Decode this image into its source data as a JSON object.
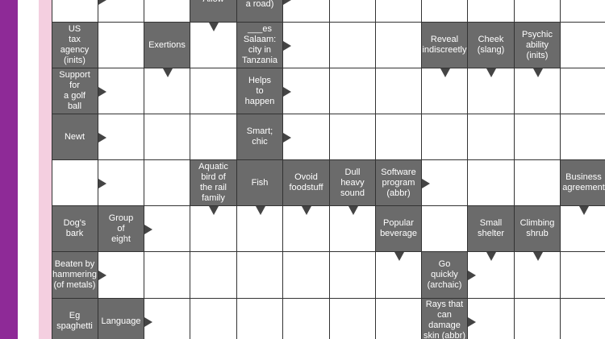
{
  "colors": {
    "side_bar": "#8e2a97",
    "margin": "#f4cfe0",
    "clue_bg": "#6b6b6b",
    "clue_text": "#ffffff",
    "grid_line": "#333333"
  },
  "clues": [
    {
      "row": -1,
      "col": 3,
      "text": "Allow",
      "arrow": "down"
    },
    {
      "row": -1,
      "col": 4,
      "text": "town (of\na road)",
      "arrow": "right"
    },
    {
      "row": 0,
      "col": 0,
      "text": "US\ntax\nagency\n(inits)",
      "arrow": ""
    },
    {
      "row": 0,
      "col": 2,
      "text": "Exertions",
      "arrow": "down"
    },
    {
      "row": 0,
      "col": 4,
      "text": "___es\nSalaam:\ncity in\nTanzania",
      "arrow": "right"
    },
    {
      "row": 0,
      "col": 8,
      "text": "Reveal\nindiscreetly",
      "arrow": "down"
    },
    {
      "row": 0,
      "col": 9,
      "text": "Cheek\n(slang)",
      "arrow": "down"
    },
    {
      "row": 0,
      "col": 10,
      "text": "Psychic\nability\n(inits)",
      "arrow": "down"
    },
    {
      "row": 1,
      "col": 0,
      "text": "Support for\na golf\nball",
      "arrow": "right"
    },
    {
      "row": 1,
      "col": 4,
      "text": "Helps\nto\nhappen",
      "arrow": "right"
    },
    {
      "row": 2,
      "col": 0,
      "text": "Newt",
      "arrow": "right"
    },
    {
      "row": 2,
      "col": 4,
      "text": "Smart;\nchic",
      "arrow": "right"
    },
    {
      "row": 3,
      "col": 3,
      "text": "Aquatic\nbird of\nthe rail\nfamily",
      "arrow": "down"
    },
    {
      "row": 3,
      "col": 4,
      "text": "Fish",
      "arrow": "down"
    },
    {
      "row": 3,
      "col": 5,
      "text": "Ovoid\nfoodstuff",
      "arrow": "down"
    },
    {
      "row": 3,
      "col": 6,
      "text": "Dull\nheavy\nsound",
      "arrow": "down"
    },
    {
      "row": 3,
      "col": 7,
      "text": "Software\nprogram\n(abbr)",
      "arrow": "right"
    },
    {
      "row": 3,
      "col": 11,
      "text": "Business\nagreement",
      "arrow": "down"
    },
    {
      "row": 4,
      "col": 0,
      "text": "Dog's\nbark",
      "arrow": ""
    },
    {
      "row": 4,
      "col": 1,
      "text": "Group\nof\neight",
      "arrow": "right"
    },
    {
      "row": 4,
      "col": 7,
      "text": "Popular\nbeverage",
      "arrow": "down"
    },
    {
      "row": 4,
      "col": 9,
      "text": "Small\nshelter",
      "arrow": "down"
    },
    {
      "row": 4,
      "col": 10,
      "text": "Climbing\nshrub",
      "arrow": "down"
    },
    {
      "row": 5,
      "col": 0,
      "text": "Beaten by\nhammering\n(of metals)",
      "arrow": "right"
    },
    {
      "row": 5,
      "col": 8,
      "text": "Go\nquickly\n(archaic)",
      "arrow": "right"
    },
    {
      "row": 6,
      "col": 0,
      "text": "Eg\nspaghetti",
      "arrow": ""
    },
    {
      "row": 6,
      "col": 1,
      "text": "Language",
      "arrow": "right"
    },
    {
      "row": 6,
      "col": 8,
      "text": "Rays that\ncan\ndamage\nskin (abbr)",
      "arrow": "right",
      "align": "top"
    }
  ],
  "extra_arrows": [
    {
      "row": -1,
      "col": 0,
      "dir": "right"
    },
    {
      "row": 3,
      "col": 0,
      "dir": "right"
    }
  ]
}
